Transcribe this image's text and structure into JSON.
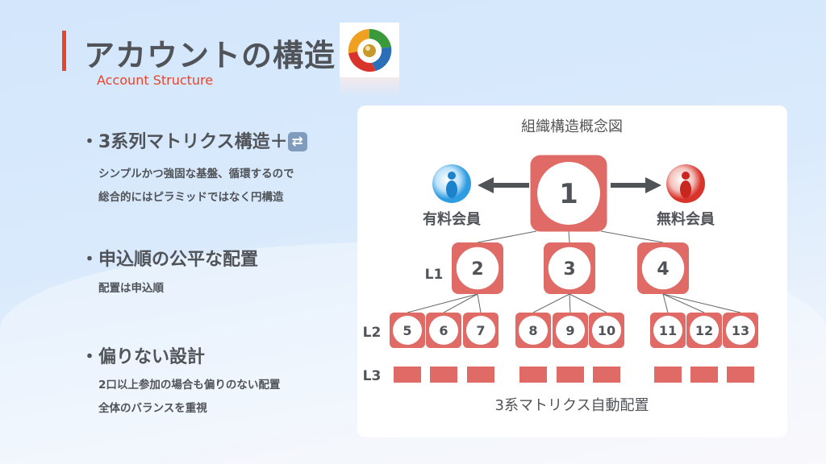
{
  "header": {
    "title": "アカウントの構造",
    "subtitle": "Account Structure",
    "logo": "circular-swirl-logo"
  },
  "bullets": [
    {
      "heading": "・3系列マトリクス構造＋",
      "icon": "repeat-icon",
      "lines": [
        "シンプルかつ強固な基盤、循環するので",
        "総合的にはピラミッドではなく円構造"
      ]
    },
    {
      "heading": "・申込順の公平な配置",
      "lines": [
        "配置は申込順"
      ]
    },
    {
      "heading": "・偏りない設計",
      "lines": [
        "2口以上参加の場合も偏りのない配置",
        "全体のバランスを重視"
      ]
    }
  ],
  "diagram": {
    "title": "組織構造概念図",
    "footer": "3系マトリクス自動配置",
    "root": "1",
    "paid_label": "有料会員",
    "free_label": "無料会員",
    "levels": {
      "l1": "L1",
      "l2": "L2",
      "l3": "L3"
    },
    "l1_nodes": [
      "2",
      "3",
      "4"
    ],
    "l2_nodes": [
      "5",
      "6",
      "7",
      "8",
      "9",
      "10",
      "11",
      "12",
      "13"
    ],
    "colors": {
      "node": "#e06a66",
      "paid": "#2f9be0",
      "free": "#d9342b",
      "arrow": "#505358"
    }
  }
}
